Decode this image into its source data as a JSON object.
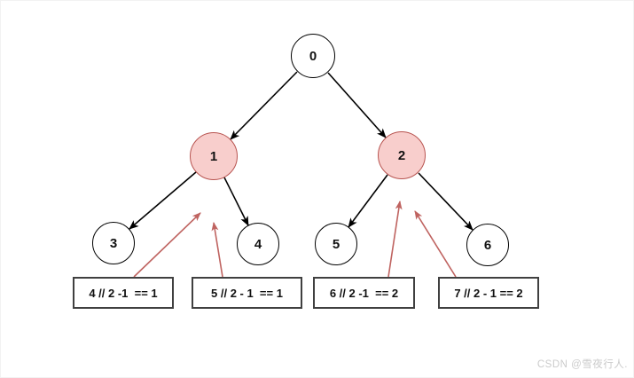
{
  "diagram": {
    "title_hint": "binary tree parent-index diagram",
    "nodes": [
      {
        "id": "n0",
        "label": "0",
        "highlighted": false
      },
      {
        "id": "n1",
        "label": "1",
        "highlighted": true
      },
      {
        "id": "n2",
        "label": "2",
        "highlighted": true
      },
      {
        "id": "n3",
        "label": "3",
        "highlighted": false
      },
      {
        "id": "n4",
        "label": "4",
        "highlighted": false
      },
      {
        "id": "n5",
        "label": "5",
        "highlighted": false
      },
      {
        "id": "n6",
        "label": "6",
        "highlighted": false
      }
    ],
    "edges": [
      {
        "from": "0",
        "to": "1"
      },
      {
        "from": "0",
        "to": "2"
      },
      {
        "from": "1",
        "to": "3"
      },
      {
        "from": "1",
        "to": "4"
      },
      {
        "from": "2",
        "to": "5"
      },
      {
        "from": "2",
        "to": "6"
      }
    ],
    "formula_boxes": [
      {
        "text": "4 // 2 -1  == 1",
        "points_to_node": "1"
      },
      {
        "text": "5 // 2 - 1  == 1",
        "points_to_node": "1"
      },
      {
        "text": "6 // 2 -1  == 2",
        "points_to_node": "2"
      },
      {
        "text": "7 // 2 - 1 == 2",
        "points_to_node": "2"
      }
    ],
    "colors": {
      "highlight_fill": "#f8cecc",
      "highlight_stroke": "#b85450",
      "node_fill": "#ffffff",
      "node_stroke": "#000000",
      "edge": "#000000",
      "pointer_arrow": "#bf6360",
      "box_border": "#404040"
    }
  },
  "watermark": {
    "text": "CSDN @雪夜行人."
  }
}
